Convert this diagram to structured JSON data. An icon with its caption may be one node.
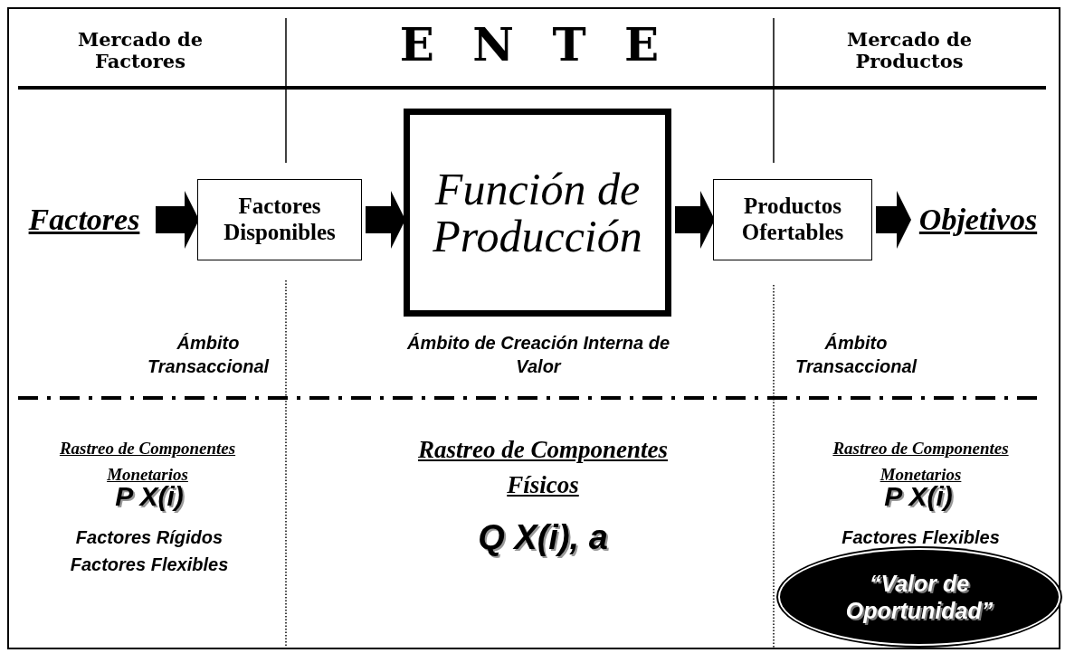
{
  "diagram": {
    "nodes": [
      {
        "text": [
          "Factores"
        ]
      },
      {
        "text": [
          "Factores Disponibles"
        ]
      },
      {
        "text": [
          "Función de Producción"
        ]
      },
      {
        "text": [
          "Productos Ofertables"
        ]
      },
      {
        "text": [
          "Objetivos"
        ]
      },
      {
        "text": [
          "“Valor de Oportunidad”"
        ]
      }
    ],
    "edges": [
      {
        "from": 0,
        "to": 1,
        "arrow": "to"
      },
      {
        "from": 1,
        "to": 2,
        "arrow": "to"
      },
      {
        "from": 2,
        "to": 3,
        "arrow": "to"
      },
      {
        "from": 3,
        "to": 4,
        "arrow": "to"
      }
    ],
    "labels": [
      "Mercado de Factores",
      "E N T E",
      "Mercado de Productos",
      "Ámbito Transaccional",
      "Ámbito de Creación Interna de Valor",
      "Ámbito Transaccional",
      "Rastreo de Componentes Monetarios",
      "P X(i)",
      "Factores Rígidos",
      "Factores Flexibles",
      "Rastreo de Componentes Físicos",
      "Q X(i), a",
      "Rastreo de Componentes Monetarios",
      "P X(i)",
      "Factores Flexibles"
    ]
  }
}
